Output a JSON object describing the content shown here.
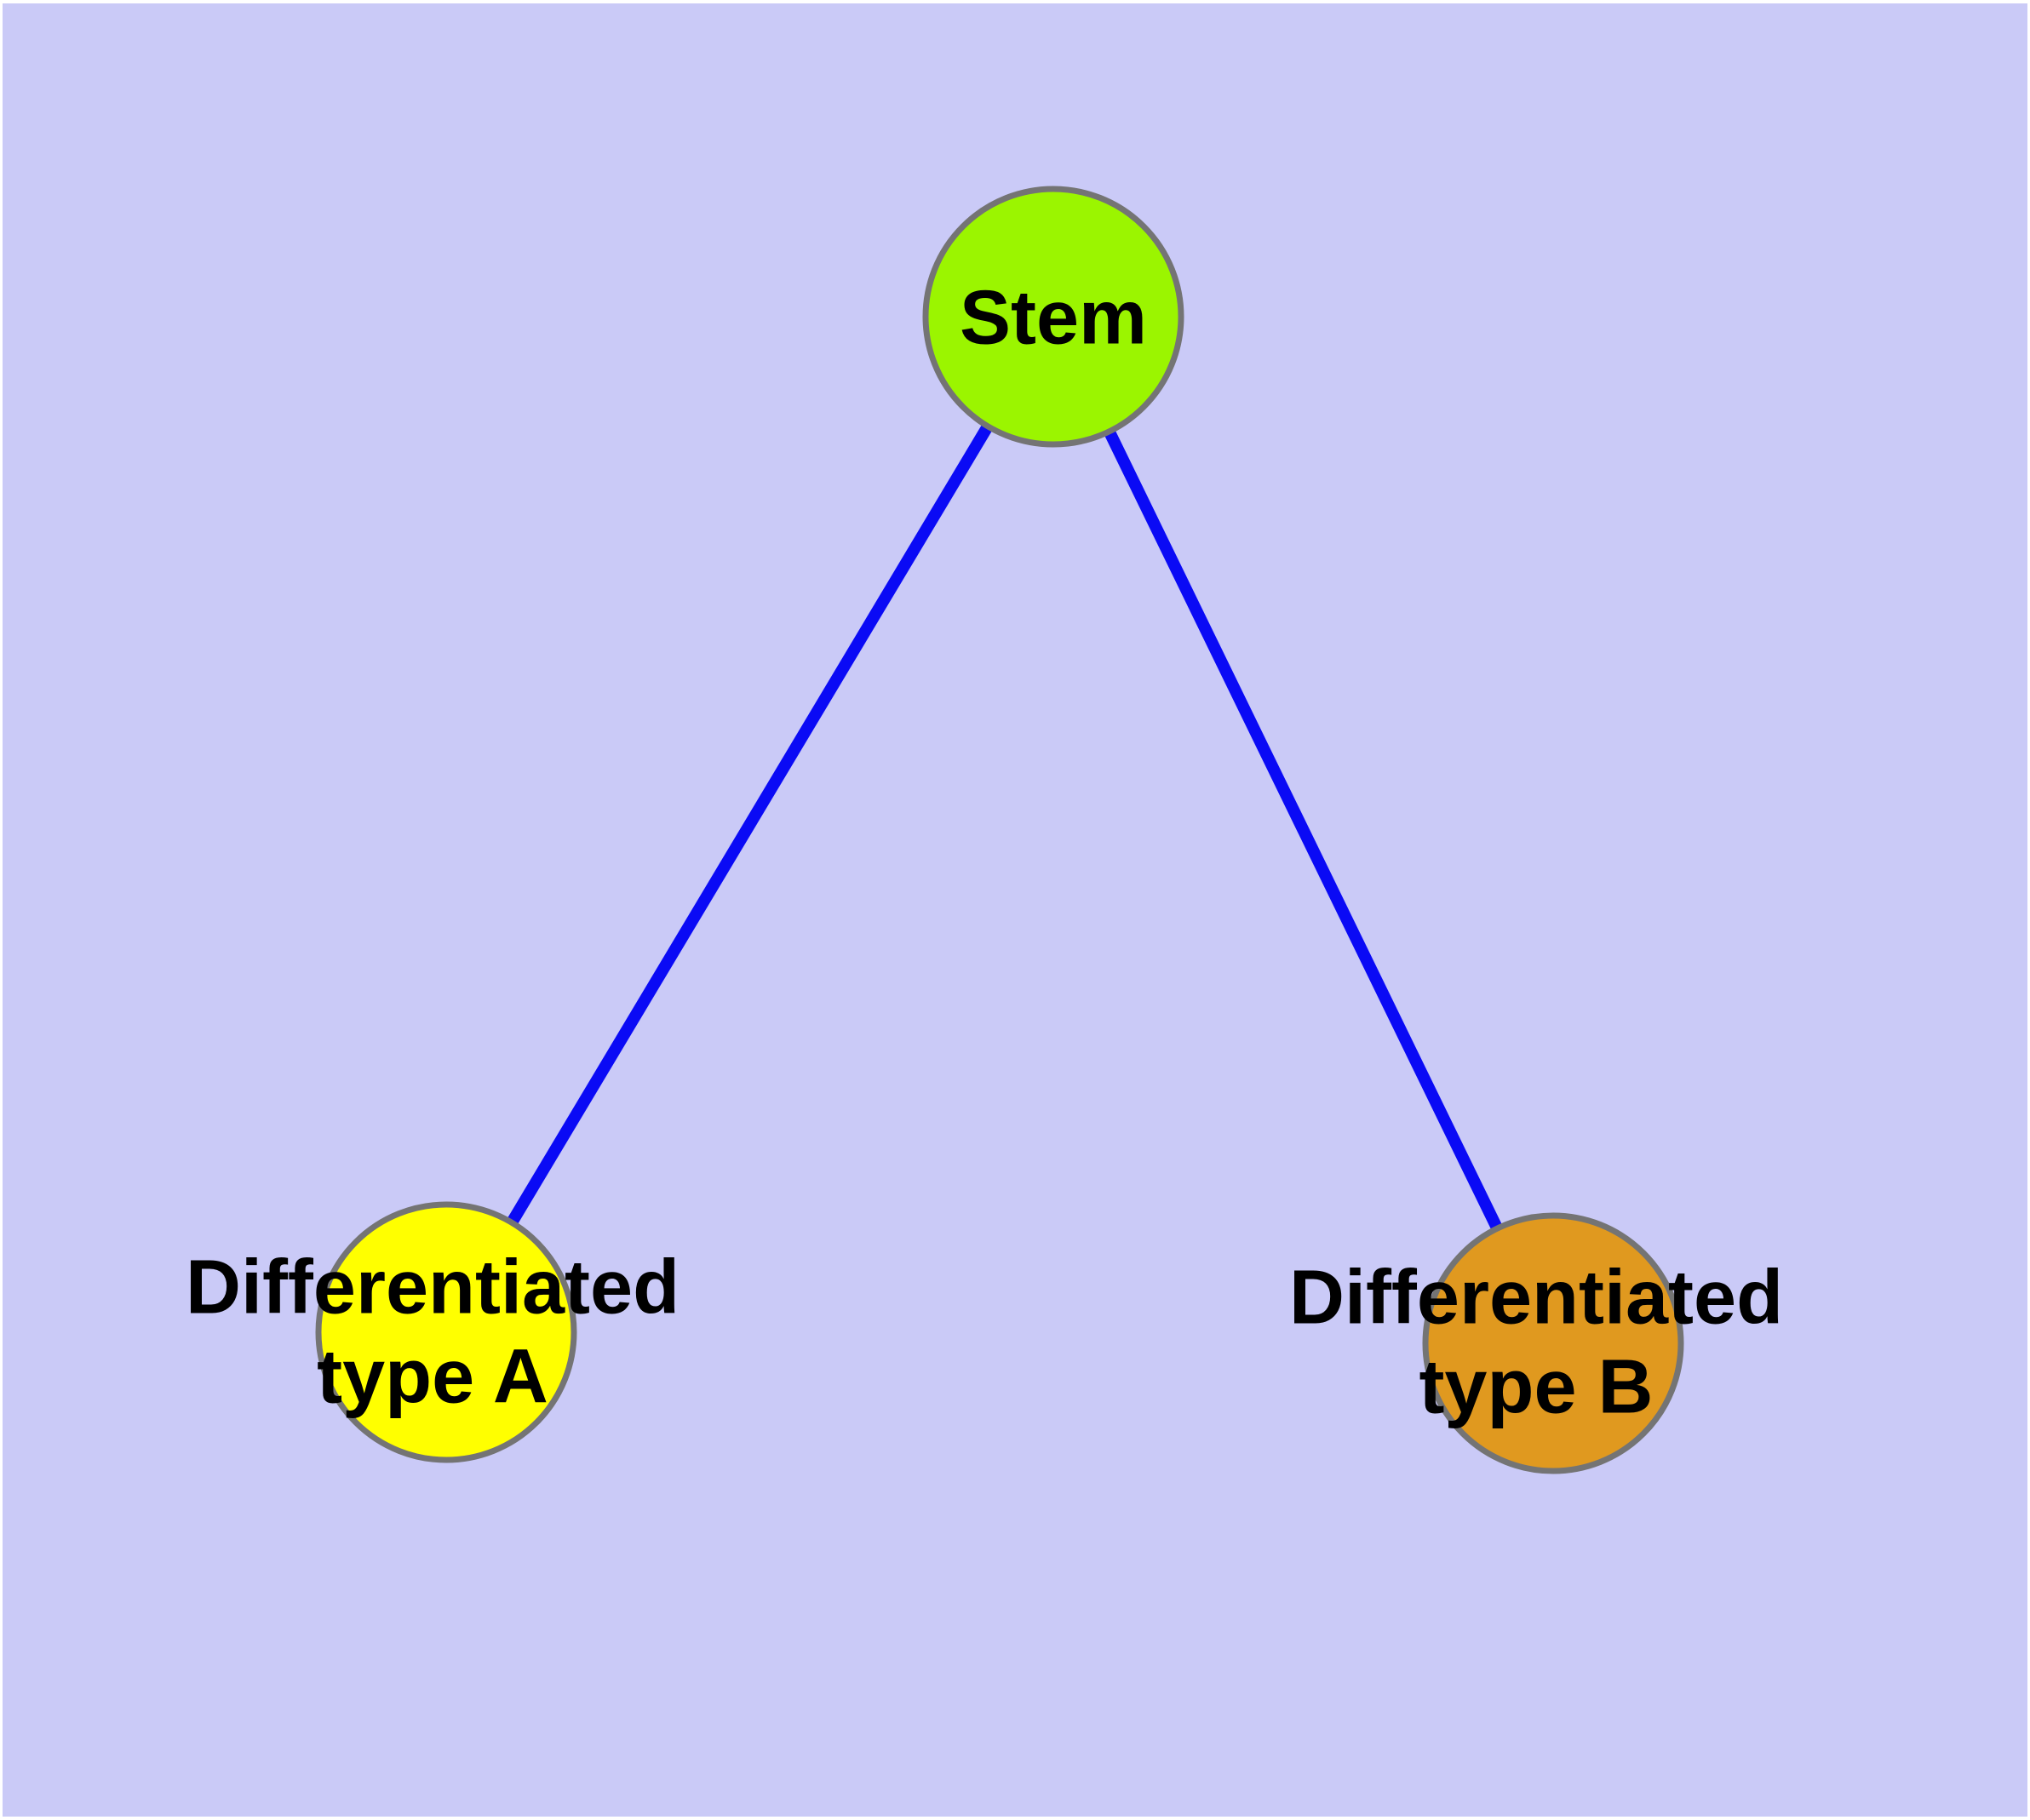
{
  "diagram": {
    "type": "node-link-graph",
    "background_color": "#cacaf7",
    "edge_color": "#0a0af5",
    "node_border_color": "#747474",
    "text_color": "#000000",
    "nodes": [
      {
        "id": "stem",
        "label": "Stem",
        "label_lines": [
          "Stem"
        ],
        "color": "#9bf500"
      },
      {
        "id": "differentiated-type-a",
        "label": "Differentiated type A",
        "label_lines": [
          "Differentiated",
          "type A"
        ],
        "color": "#ffff00"
      },
      {
        "id": "differentiated-type-b",
        "label": "Differentiated type B",
        "label_lines": [
          "Differentiated",
          "type B"
        ],
        "color": "#e0991f"
      }
    ],
    "edges": [
      {
        "from": "stem",
        "to": "differentiated-type-a"
      },
      {
        "from": "stem",
        "to": "differentiated-type-b"
      }
    ]
  }
}
